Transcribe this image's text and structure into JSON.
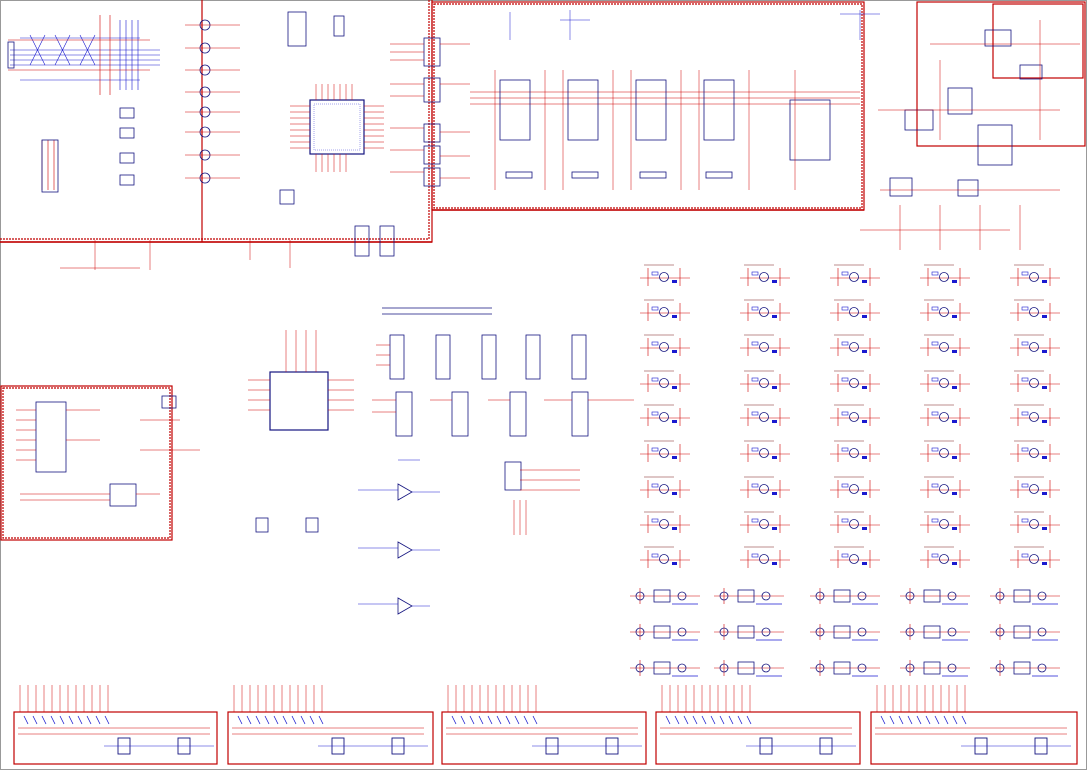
{
  "sheet": {
    "view": "schematic-overview",
    "colors": {
      "border": "#c00000",
      "wire_red": "#d00000",
      "wire_blue": "#1a1ad0",
      "component": "#151580",
      "label": "#7a1a1a",
      "background": "#ffffff"
    },
    "icons": [
      "chip-icon",
      "transistor-icon",
      "capacitor-icon",
      "resistor-icon",
      "connector-icon",
      "opamp-icon",
      "crystal-icon"
    ]
  },
  "blocks": [
    {
      "id": "top-left-mcu-block",
      "border": "red-double"
    },
    {
      "id": "top-center-driver-block",
      "border": "red-double"
    },
    {
      "id": "top-right-power-block",
      "border": "red-double"
    },
    {
      "id": "top-right-inner-block",
      "border": "red-double"
    },
    {
      "id": "left-connector-block",
      "border": "red-double"
    },
    {
      "id": "bottom-connector-block-1",
      "border": "red-double"
    },
    {
      "id": "bottom-connector-block-2",
      "border": "red-double"
    },
    {
      "id": "bottom-connector-block-3",
      "border": "red-double"
    },
    {
      "id": "bottom-connector-block-4",
      "border": "red-double"
    },
    {
      "id": "bottom-connector-block-5",
      "border": "red-double"
    }
  ],
  "grids": {
    "transistor_cell_rows": 9,
    "transistor_cell_cols": 5,
    "opto_cell_rows": 3,
    "opto_cell_cols": 5
  }
}
